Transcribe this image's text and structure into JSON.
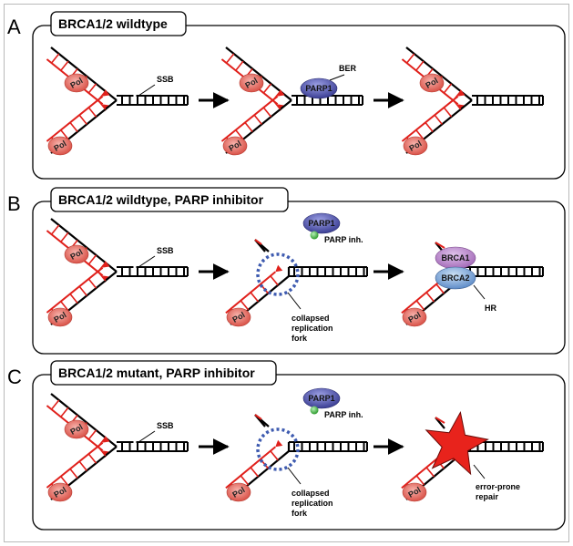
{
  "panels": [
    {
      "letter": "A",
      "title": "BRCA1/2 wildtype"
    },
    {
      "letter": "B",
      "title": "BRCA1/2 wildtype, PARP inhibitor"
    },
    {
      "letter": "C",
      "title": "BRCA1/2 mutant, PARP inhibitor"
    }
  ],
  "labels": {
    "pol": "Pol",
    "ssb": "SSB",
    "ber": "BER",
    "parp1": "PARP1",
    "parp_inh": "PARP inh.",
    "collapsed": [
      "collapsed",
      "replication",
      "fork"
    ],
    "brca1": "BRCA1",
    "brca2": "BRCA2",
    "hr": "HR",
    "error_prone": [
      "error-prone",
      "repair"
    ]
  },
  "colors": {
    "pol_fill": "#e8736a",
    "nascent_strand": "#e0201b",
    "parp_fill": "#4b4fa6",
    "inhibitor": "#5cc35c",
    "brca1_fill": "#b77fc7",
    "brca2_fill": "#7fa6d6",
    "star": "#e8231c",
    "fork_ring": "#3e5bb0"
  }
}
